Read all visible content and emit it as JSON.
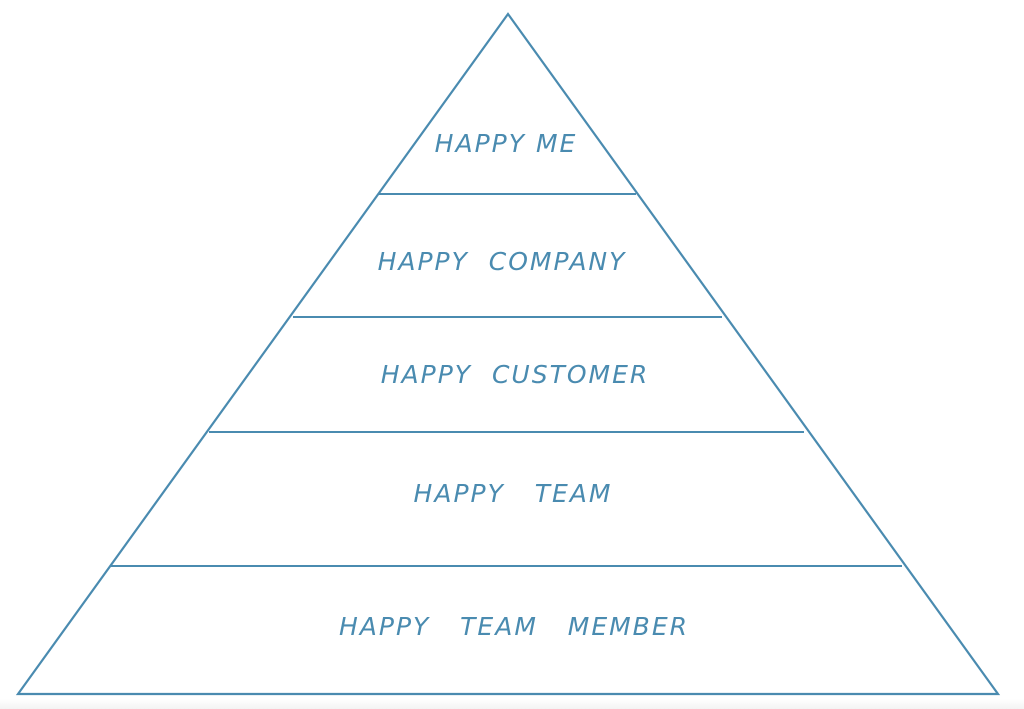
{
  "diagram": {
    "stroke_color": "#4a8bb0",
    "text_color": "#4a8bb0",
    "tiers": [
      {
        "label": "HAPPY ME"
      },
      {
        "label": "HAPPY  COMPANY"
      },
      {
        "label": "HAPPY  CUSTOMER"
      },
      {
        "label": "HAPPY   TEAM"
      },
      {
        "label": "HAPPY   TEAM   MEMBER"
      }
    ]
  }
}
